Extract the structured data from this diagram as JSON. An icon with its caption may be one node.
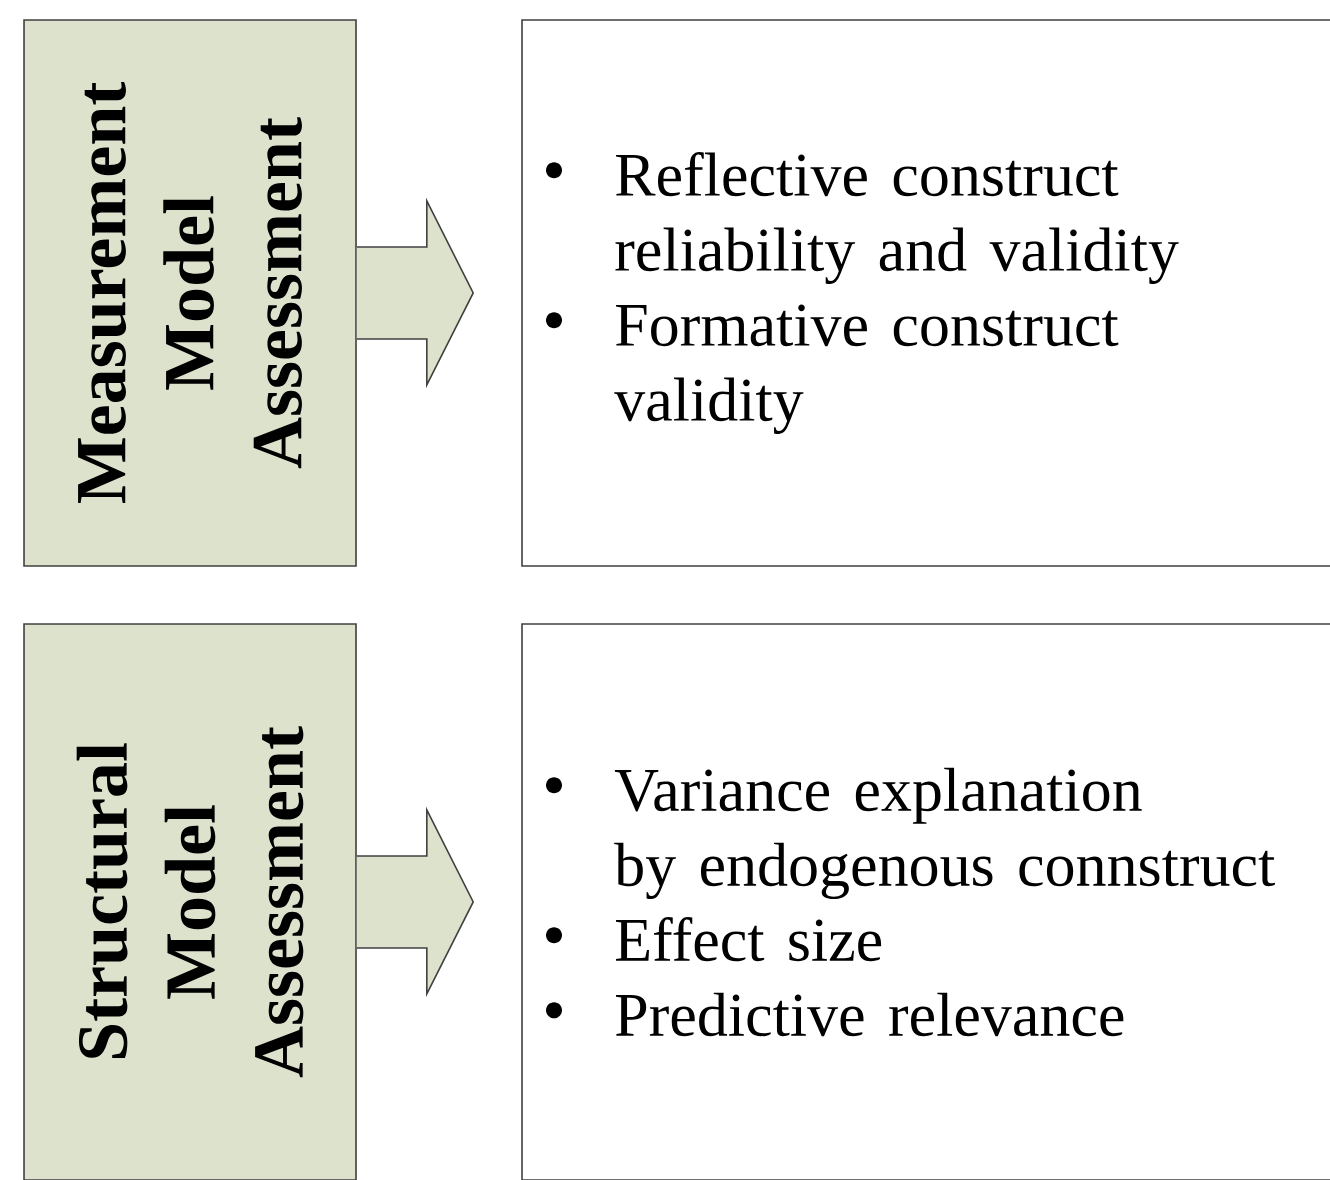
{
  "diagram": {
    "nodes": [
      {
        "text": [
          "Measurement Model Assessment"
        ]
      },
      {
        "text": [
          "Reflective construct reliability and validity",
          "Formative construct validity"
        ]
      },
      {
        "text": [
          "Structural Model Assessment"
        ]
      },
      {
        "text": [
          "Variance explanation by endogenous connstruct",
          "Effect size",
          "Predictive relevance"
        ]
      }
    ],
    "edges": [
      {
        "from": 0,
        "to": 1,
        "arrow": "to"
      },
      {
        "from": 2,
        "to": 3,
        "arrow": "to"
      }
    ]
  }
}
